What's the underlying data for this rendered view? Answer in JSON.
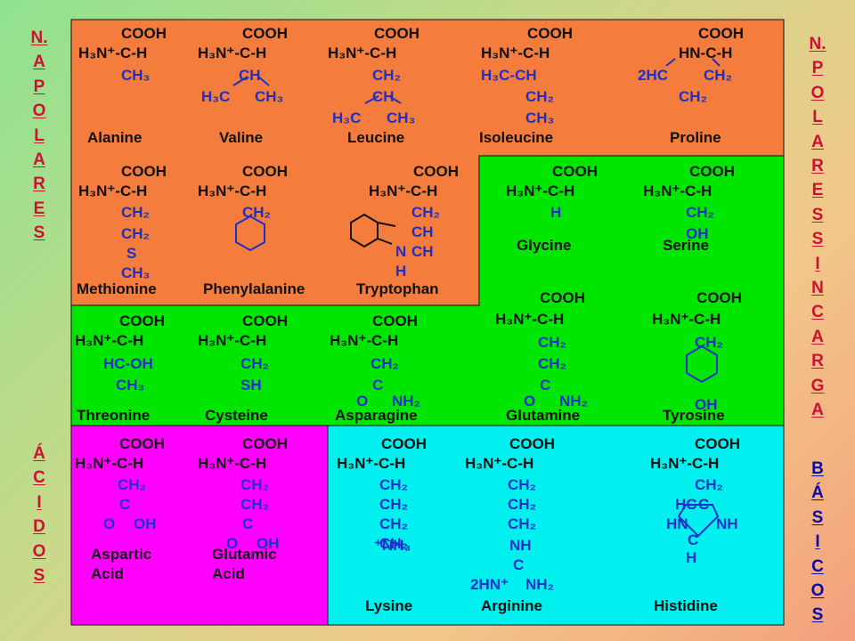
{
  "side_labels": {
    "left_top": [
      "N.",
      "A",
      "P",
      "O",
      "L",
      "A",
      "R",
      "E",
      "S"
    ],
    "left_bottom": [
      "Á",
      "C",
      "I",
      "D",
      "O",
      "S"
    ],
    "right_top": [
      "N.",
      "P",
      "O",
      "L",
      "A",
      "R",
      "E",
      "S",
      "S",
      "I",
      "N",
      "C",
      "A",
      "R",
      "G",
      "A"
    ],
    "right_bottom": [
      "B",
      "Á",
      "S",
      "I",
      "C",
      "O",
      "S"
    ]
  },
  "colors": {
    "nonpolar": "#f47c3c",
    "polar_uncharged": "#00e600",
    "acidic": "#ff00ff",
    "basic": "#00f0f0",
    "side_chain": "#1f2fc8",
    "side_label_red": "#cc1133",
    "side_label_blue": "#0a0aa0"
  },
  "amino_acids": {
    "alanine": {
      "name": "Alanine",
      "lines": [
        [
          "COOH"
        ],
        [
          "H₃N⁺-C-H"
        ],
        [
          "CH₃"
        ]
      ]
    },
    "valine": {
      "name": "Valine",
      "lines": [
        [
          "COOH"
        ],
        [
          "H₃N⁺-C-H"
        ],
        [
          "CH"
        ],
        [
          "H₃C",
          "CH₃"
        ]
      ]
    },
    "leucine": {
      "name": "Leucine",
      "lines": [
        [
          "COOH"
        ],
        [
          "H₃N⁺-C-H"
        ],
        [
          "CH₂"
        ],
        [
          "CH"
        ],
        [
          "H₃C",
          "CH₃"
        ]
      ]
    },
    "isoleucine": {
      "name": "Isoleucine",
      "lines": [
        [
          "COOH"
        ],
        [
          "H₃N⁺-C-H"
        ],
        [
          "H₃C-CH"
        ],
        [
          "CH₂"
        ],
        [
          "CH₃"
        ]
      ]
    },
    "proline": {
      "name": "Proline",
      "lines": [
        [
          "COOH"
        ],
        [
          "HN-C-H"
        ],
        [
          "2HC",
          "CH₂"
        ],
        [
          "CH₂"
        ]
      ]
    },
    "methionine": {
      "name": "Methionine",
      "lines": [
        [
          "COOH"
        ],
        [
          "H₃N⁺-C-H"
        ],
        [
          "CH₂"
        ],
        [
          "CH₂"
        ],
        [
          "S"
        ],
        [
          "CH₃"
        ]
      ]
    },
    "phenylalanine": {
      "name": "Phenylalanine",
      "lines": [
        [
          "COOH"
        ],
        [
          "H₃N⁺-C-H"
        ],
        [
          "CH₂"
        ]
      ]
    },
    "tryptophan": {
      "name": "Tryptophan",
      "lines": [
        [
          "COOH"
        ],
        [
          "H₃N⁺-C-H"
        ],
        [
          "CH₂"
        ],
        [
          "CH"
        ],
        [
          "N",
          "CH"
        ],
        [
          "H"
        ]
      ]
    },
    "glycine": {
      "name": "Glycine",
      "lines": [
        [
          "COOH"
        ],
        [
          "H₃N⁺-C-H"
        ],
        [
          "H"
        ]
      ]
    },
    "serine": {
      "name": "Serine",
      "lines": [
        [
          "COOH"
        ],
        [
          "H₃N⁺-C-H"
        ],
        [
          "CH₂"
        ],
        [
          "OH"
        ]
      ]
    },
    "threonine": {
      "name": "Threonine",
      "lines": [
        [
          "COOH"
        ],
        [
          "H₃N⁺-C-H"
        ],
        [
          "HC-OH"
        ],
        [
          "CH₃"
        ]
      ]
    },
    "cysteine": {
      "name": "Cysteine",
      "lines": [
        [
          "COOH"
        ],
        [
          "H₃N⁺-C-H"
        ],
        [
          "CH₂"
        ],
        [
          "SH"
        ]
      ]
    },
    "asparagine": {
      "name": "Asparagine",
      "lines": [
        [
          "COOH"
        ],
        [
          "H₃N⁺-C-H"
        ],
        [
          "CH₂"
        ],
        [
          "C"
        ],
        [
          "O",
          "NH₂"
        ]
      ]
    },
    "glutamine": {
      "name": "Glutamine",
      "lines": [
        [
          "COOH"
        ],
        [
          "H₃N⁺-C-H"
        ],
        [
          "CH₂"
        ],
        [
          "CH₂"
        ],
        [
          "C"
        ],
        [
          "O",
          "NH₂"
        ]
      ]
    },
    "tyrosine": {
      "name": "Tyrosine",
      "lines": [
        [
          "COOH"
        ],
        [
          "H₃N⁺-C-H"
        ],
        [
          "CH₂"
        ],
        [
          "OH"
        ]
      ]
    },
    "aspartic_acid": {
      "name": [
        "Aspartic",
        "Acid"
      ],
      "lines": [
        [
          "COOH"
        ],
        [
          "H₃N⁺-C-H"
        ],
        [
          "CH₂"
        ],
        [
          "C"
        ],
        [
          "O",
          "OH"
        ]
      ]
    },
    "glutamic_acid": {
      "name": [
        "Glutamic",
        "Acid"
      ],
      "lines": [
        [
          "COOH"
        ],
        [
          "H₃N⁺-C-H"
        ],
        [
          "CH₂"
        ],
        [
          "CH₂"
        ],
        [
          "C"
        ],
        [
          "O",
          "OH"
        ]
      ]
    },
    "lysine": {
      "name": "Lysine",
      "lines": [
        [
          "COOH"
        ],
        [
          "H₃N⁺-C-H"
        ],
        [
          "CH₂"
        ],
        [
          "CH₂"
        ],
        [
          "CH₂"
        ],
        [
          "CH₂"
        ],
        [
          "⁺NH₃"
        ]
      ]
    },
    "arginine": {
      "name": "Arginine",
      "lines": [
        [
          "COOH"
        ],
        [
          "H₃N⁺-C-H"
        ],
        [
          "CH₂"
        ],
        [
          "CH₂"
        ],
        [
          "CH₂"
        ],
        [
          "NH"
        ],
        [
          "C"
        ],
        [
          "2HN⁺",
          "NH₂"
        ]
      ]
    },
    "histidine": {
      "name": "Histidine",
      "lines": [
        [
          "COOH"
        ],
        [
          "H₃N⁺-C-H"
        ],
        [
          "CH₂"
        ],
        [
          "HC",
          "C"
        ],
        [
          "HN",
          "NH"
        ],
        [
          "C"
        ],
        [
          "H"
        ]
      ]
    }
  }
}
